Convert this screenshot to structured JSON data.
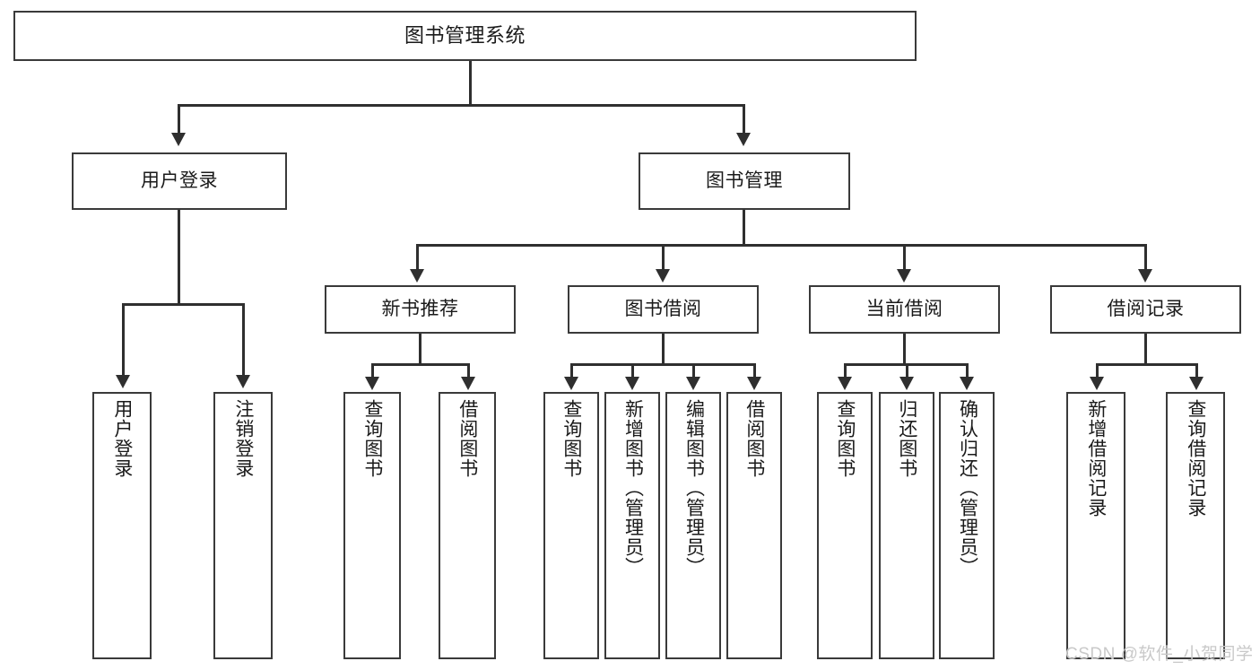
{
  "diagram": {
    "title": "图书管理系统",
    "type": "hierarchy-tree",
    "root": {
      "label": "图书管理系统"
    },
    "level2": [
      {
        "label": "用户登录"
      },
      {
        "label": "图书管理"
      }
    ],
    "level3": [
      {
        "label": "新书推荐"
      },
      {
        "label": "图书借阅"
      },
      {
        "label": "当前借阅"
      },
      {
        "label": "借阅记录"
      }
    ],
    "leaves": [
      {
        "label": "用户登录",
        "parent": "用户登录"
      },
      {
        "label": "注销登录",
        "parent": "用户登录"
      },
      {
        "label": "查询图书",
        "parent": "新书推荐"
      },
      {
        "label": "借阅图书",
        "parent": "新书推荐"
      },
      {
        "label": "查询图书",
        "parent": "图书借阅"
      },
      {
        "label": "新增图书（管理员）",
        "parent": "图书借阅"
      },
      {
        "label": "编辑图书（管理员）",
        "parent": "图书借阅"
      },
      {
        "label": "借阅图书",
        "parent": "图书借阅"
      },
      {
        "label": "查询图书",
        "parent": "当前借阅"
      },
      {
        "label": "归还图书",
        "parent": "当前借阅"
      },
      {
        "label": "确认归还（管理员）",
        "parent": "当前借阅"
      },
      {
        "label": "新增借阅记录",
        "parent": "借阅记录"
      },
      {
        "label": "查询借阅记录",
        "parent": "借阅记录"
      }
    ]
  },
  "watermark": {
    "text": "CSDN @软件_小贺同学"
  },
  "colors": {
    "stroke": "#3a3a3a",
    "connector": "#2f2f2f",
    "background": "#ffffff",
    "text": "#1a1a1a",
    "watermark": "#c9c9c9"
  }
}
